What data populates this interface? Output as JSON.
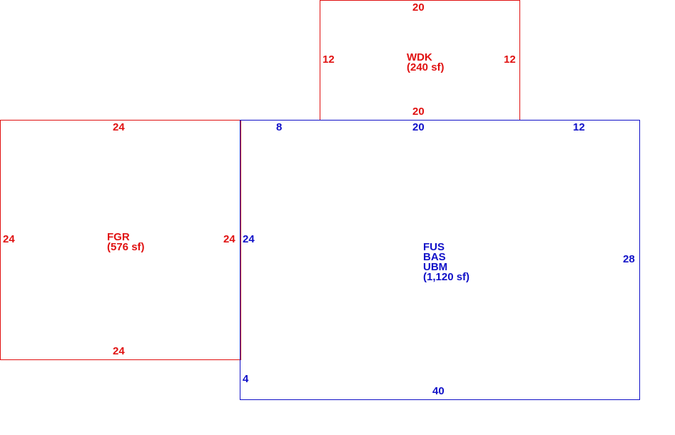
{
  "colors": {
    "garage": "#e01010",
    "deck": "#e01010",
    "living": "#1010c8"
  },
  "deck": {
    "code": "WDK",
    "area": "(240 sf)",
    "dim_top": "20",
    "dim_left": "12",
    "dim_right": "12",
    "dim_bottom": "20"
  },
  "garage": {
    "code": "FGR",
    "area": "(576 sf)",
    "dim_top": "24",
    "dim_left": "24",
    "dim_right": "24",
    "dim_bottom": "24"
  },
  "living": {
    "codes": [
      "FUS",
      "BAS",
      "UBM"
    ],
    "area": "(1,120 sf)",
    "dim_top_left": "8",
    "dim_top_mid": "20",
    "dim_top_right": "12",
    "dim_left": "24",
    "dim_left_lower": "4",
    "dim_right": "28",
    "dim_bottom": "40"
  }
}
